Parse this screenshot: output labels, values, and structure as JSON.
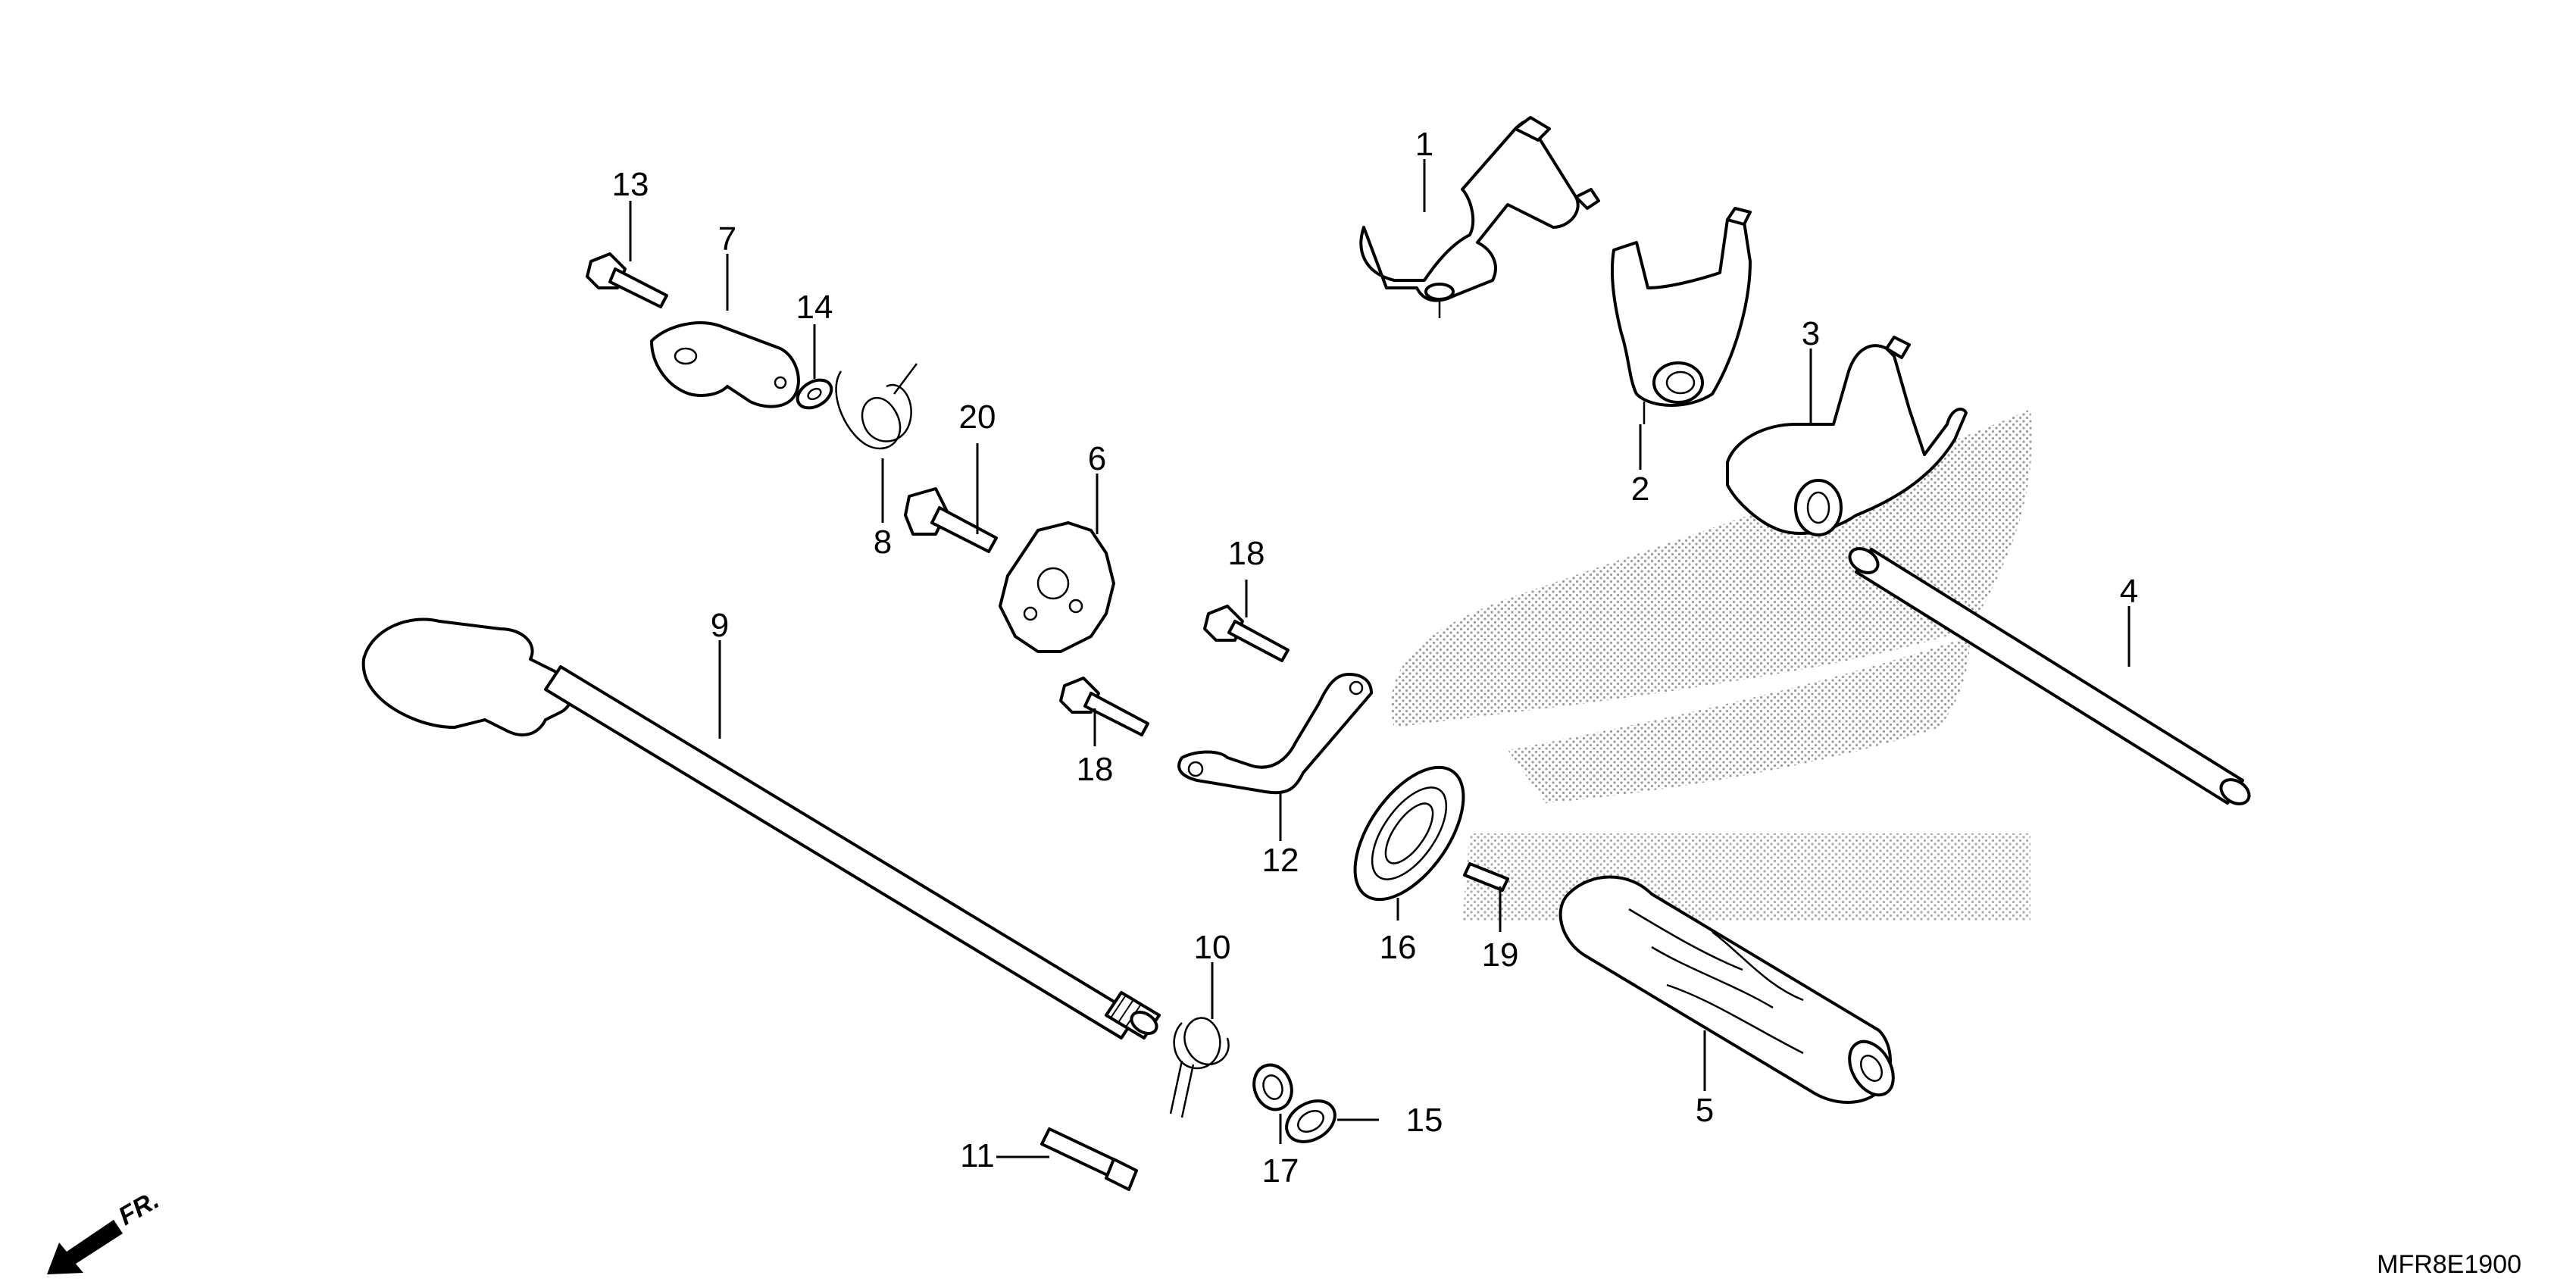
{
  "diagram": {
    "diagram_code": "MFR8E1900",
    "front_marker": "FR.",
    "callouts": [
      {
        "id": "c1",
        "label": "1"
      },
      {
        "id": "c2",
        "label": "2"
      },
      {
        "id": "c3",
        "label": "3"
      },
      {
        "id": "c4",
        "label": "4"
      },
      {
        "id": "c5",
        "label": "5"
      },
      {
        "id": "c6",
        "label": "6"
      },
      {
        "id": "c7",
        "label": "7"
      },
      {
        "id": "c8",
        "label": "8"
      },
      {
        "id": "c9",
        "label": "9"
      },
      {
        "id": "c10",
        "label": "10"
      },
      {
        "id": "c11",
        "label": "11"
      },
      {
        "id": "c12",
        "label": "12"
      },
      {
        "id": "c13",
        "label": "13"
      },
      {
        "id": "c14",
        "label": "14"
      },
      {
        "id": "c15",
        "label": "15"
      },
      {
        "id": "c16",
        "label": "16"
      },
      {
        "id": "c17",
        "label": "17"
      },
      {
        "id": "c18a",
        "label": "18"
      },
      {
        "id": "c18b",
        "label": "18"
      },
      {
        "id": "c19",
        "label": "19"
      },
      {
        "id": "c20",
        "label": "20"
      }
    ]
  }
}
